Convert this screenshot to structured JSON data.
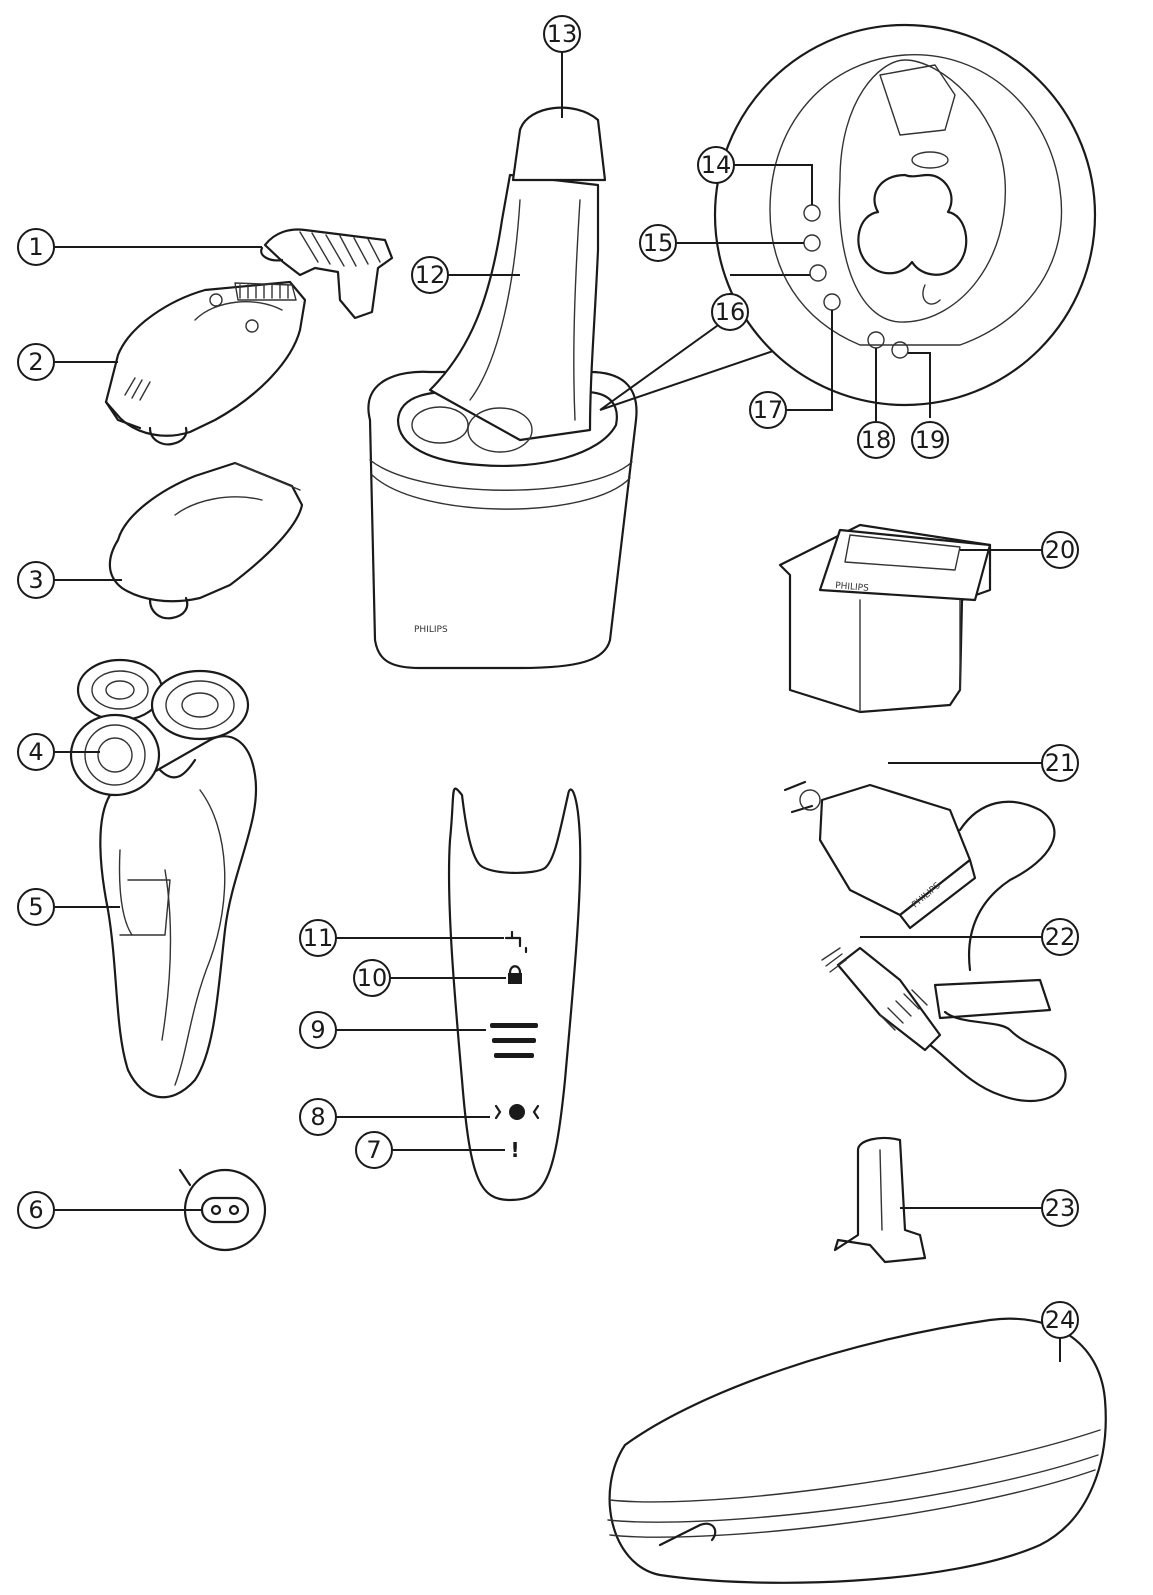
{
  "callouts": [
    "1",
    "2",
    "3",
    "4",
    "5",
    "6",
    "7",
    "8",
    "9",
    "10",
    "11",
    "12",
    "13",
    "14",
    "15",
    "16",
    "17",
    "18",
    "19",
    "20",
    "21",
    "22",
    "23",
    "24"
  ],
  "brand_text": {
    "station": "PHILIPS",
    "cartridge": "PHILIPS",
    "adapter": "PHILIPS"
  },
  "indicators": {
    "exclamation": "!",
    "lock": "🔒"
  },
  "icons": {
    "shaver_socket": "socket-icon",
    "faucet": "faucet-icon",
    "lock": "lock-icon",
    "battery": "battery-bars-icon",
    "head_replace": "shaving-head-icon",
    "exclamation": "exclamation-icon"
  }
}
